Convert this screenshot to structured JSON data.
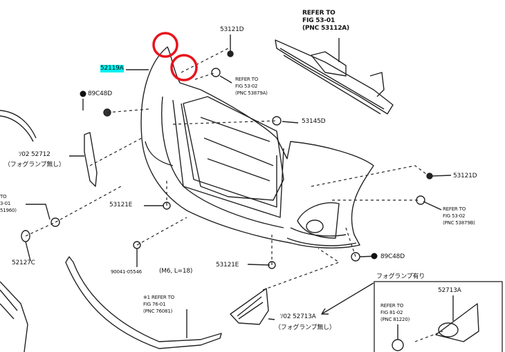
{
  "title": "Front bumper parts diagram",
  "highlight_color": "#00f0f0",
  "marker_color": "#e8141c",
  "labels": {
    "main_part": "52119A",
    "clip_left": "89C48D",
    "clip_right": "89C48D",
    "screw_top": "53121D",
    "screw_right": "53121D",
    "retainer_top": "53145D",
    "screw_left_mid": "53121E",
    "screw_bottom_mid": "53121E",
    "cover_left": "52127C",
    "bolt": "90041-05546",
    "bolt_spec": "(M6, L=18)",
    "garnish_left_code": "ｿ02  52712",
    "garnish_left_note": "（フォグランプ無し）",
    "garnish_right_code": "ｿ02  52713A",
    "garnish_right_note": "（フォグランプ無し）",
    "fog_box_title": "フォグランプ有り",
    "fog_box_part": "52713A"
  },
  "references": {
    "grille": [
      "REFER TO",
      "FIG  53-01",
      "(PNC 53112A)"
    ],
    "bracket_top": [
      "REFER TO",
      "FIG 53-02",
      "(PNC 53879A)"
    ],
    "bracket_right": [
      "REFER TO",
      "FIG 53-02",
      "(PNC 53879B)"
    ],
    "left_partial": [
      "TO",
      "3-01",
      "51960)"
    ],
    "spoiler": [
      "※1 REFER TO",
      "FIG 76-01",
      "(PNC 76081)"
    ],
    "fog_lamp": [
      "REFER TO",
      "FIG 81-02",
      "(PNC 81220)"
    ]
  }
}
